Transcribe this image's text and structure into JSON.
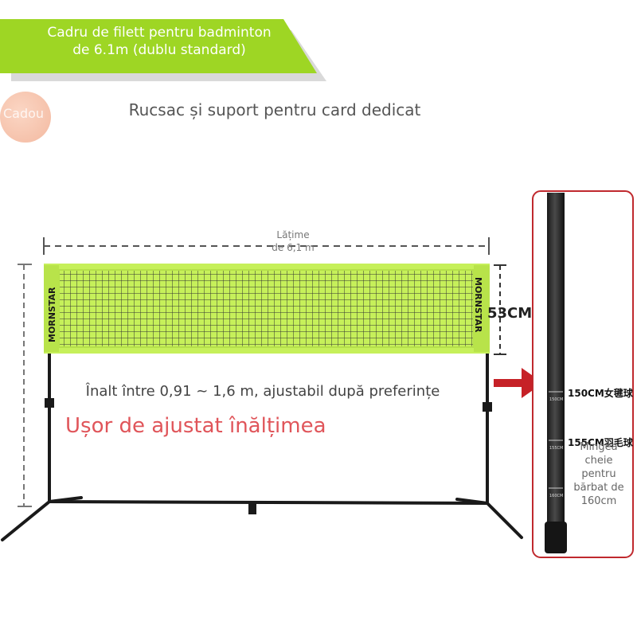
{
  "banner": {
    "line1": "Cadru de filett pentru badminton",
    "line2": "de 6.1m (dublu standard)",
    "color": "#9ed624"
  },
  "gift": {
    "label": "Cadou"
  },
  "accessory_text": "Rucsac și suport pentru card dedicat",
  "net": {
    "brand": "MORNSTAR",
    "width_label_line1": "Lățime",
    "width_label_line2": "de 6,1 m",
    "height_label": "53CM",
    "tape_color": "#c6f05a"
  },
  "height_range_text": "Înalt între 0,91 ~ 1,6 m, ajustabil după preferințe",
  "easy_adjust_text": "Ușor de ajustat înălțimea",
  "pole_detail": {
    "mark_150": "150CM女毽球",
    "mark_155": "155CM羽毛球",
    "ball_key_text": "Mingea cheie pentru bărbat de 160cm",
    "frame_color": "#c0292e",
    "arrow_color": "#c62127"
  }
}
